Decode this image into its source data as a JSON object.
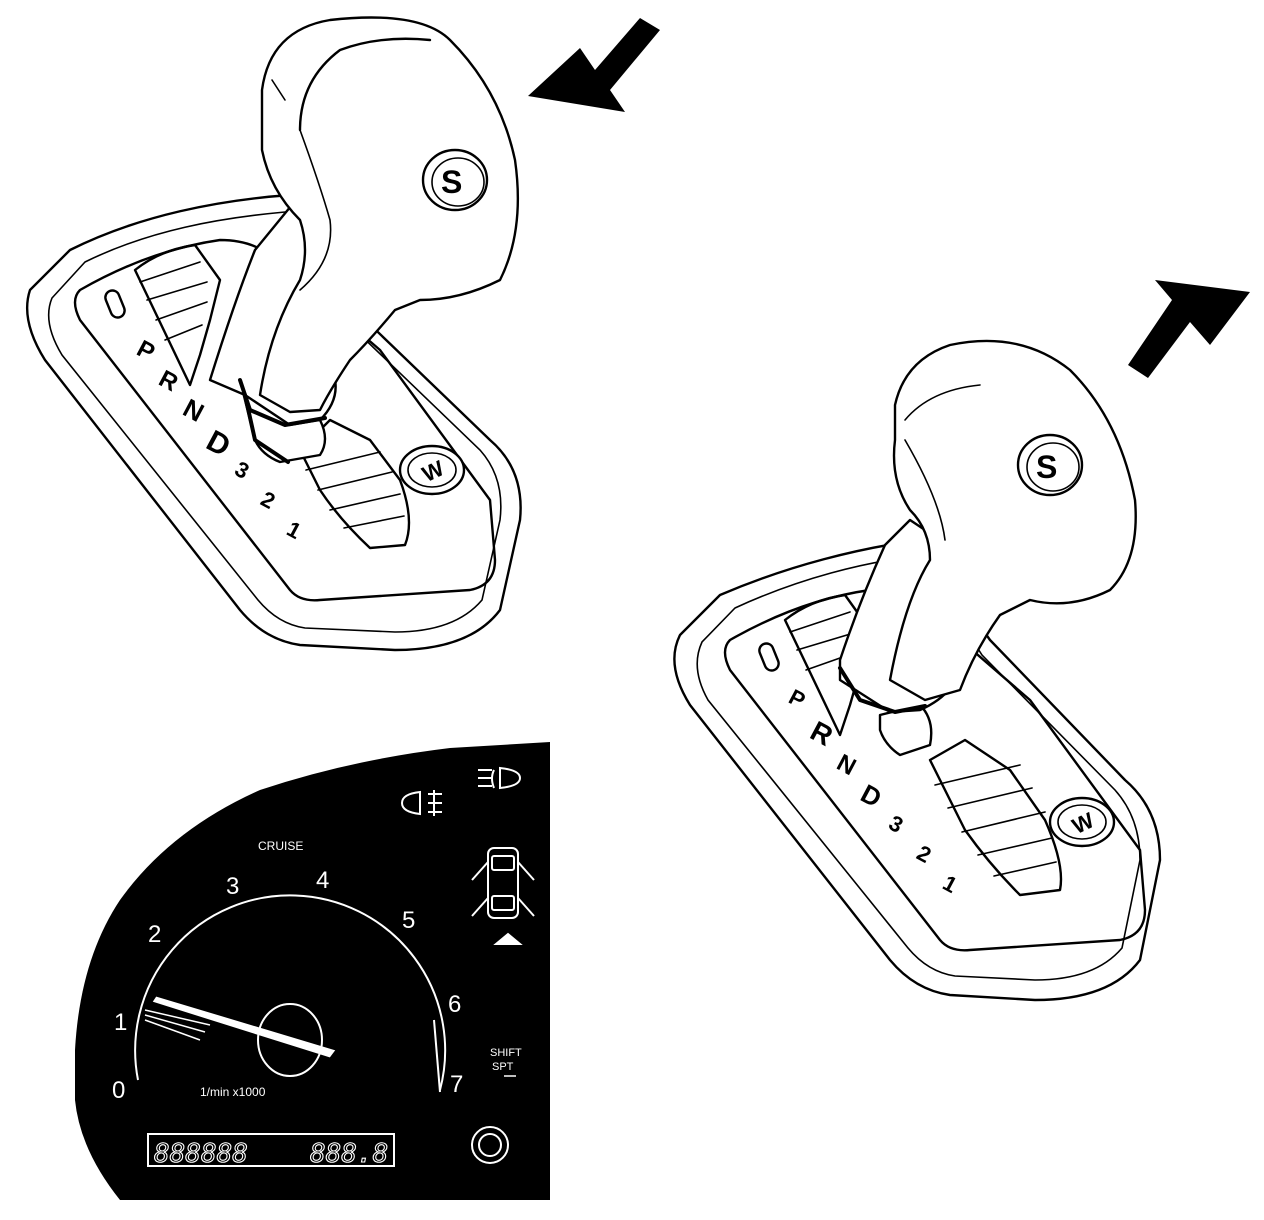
{
  "shifter_top": {
    "gate_labels": [
      "P",
      "R",
      "N",
      "D",
      "3",
      "2",
      "1"
    ],
    "knob_button_label": "S",
    "mode_button_label": "W"
  },
  "shifter_right": {
    "gate_labels": [
      "P",
      "R",
      "N",
      "D",
      "3",
      "2",
      "1"
    ],
    "knob_button_label": "S",
    "mode_button_label": "W"
  },
  "cluster": {
    "cruise_label": "CRUISE",
    "tach_numbers": [
      "0",
      "1",
      "2",
      "3",
      "4",
      "5",
      "6",
      "7"
    ],
    "tach_unit": "1/min x1000",
    "odometer": "888888",
    "trip": "888.8",
    "shift_label": "SHIFT",
    "shift_sub": "SPT",
    "icons": [
      "front-fog-light-icon",
      "rear-fog-light-icon",
      "door-open-icon",
      "trip-reset-button-icon"
    ]
  },
  "arrows": {
    "top": "arrow-pointing-down-left-icon",
    "right": "arrow-pointing-up-right-icon"
  }
}
